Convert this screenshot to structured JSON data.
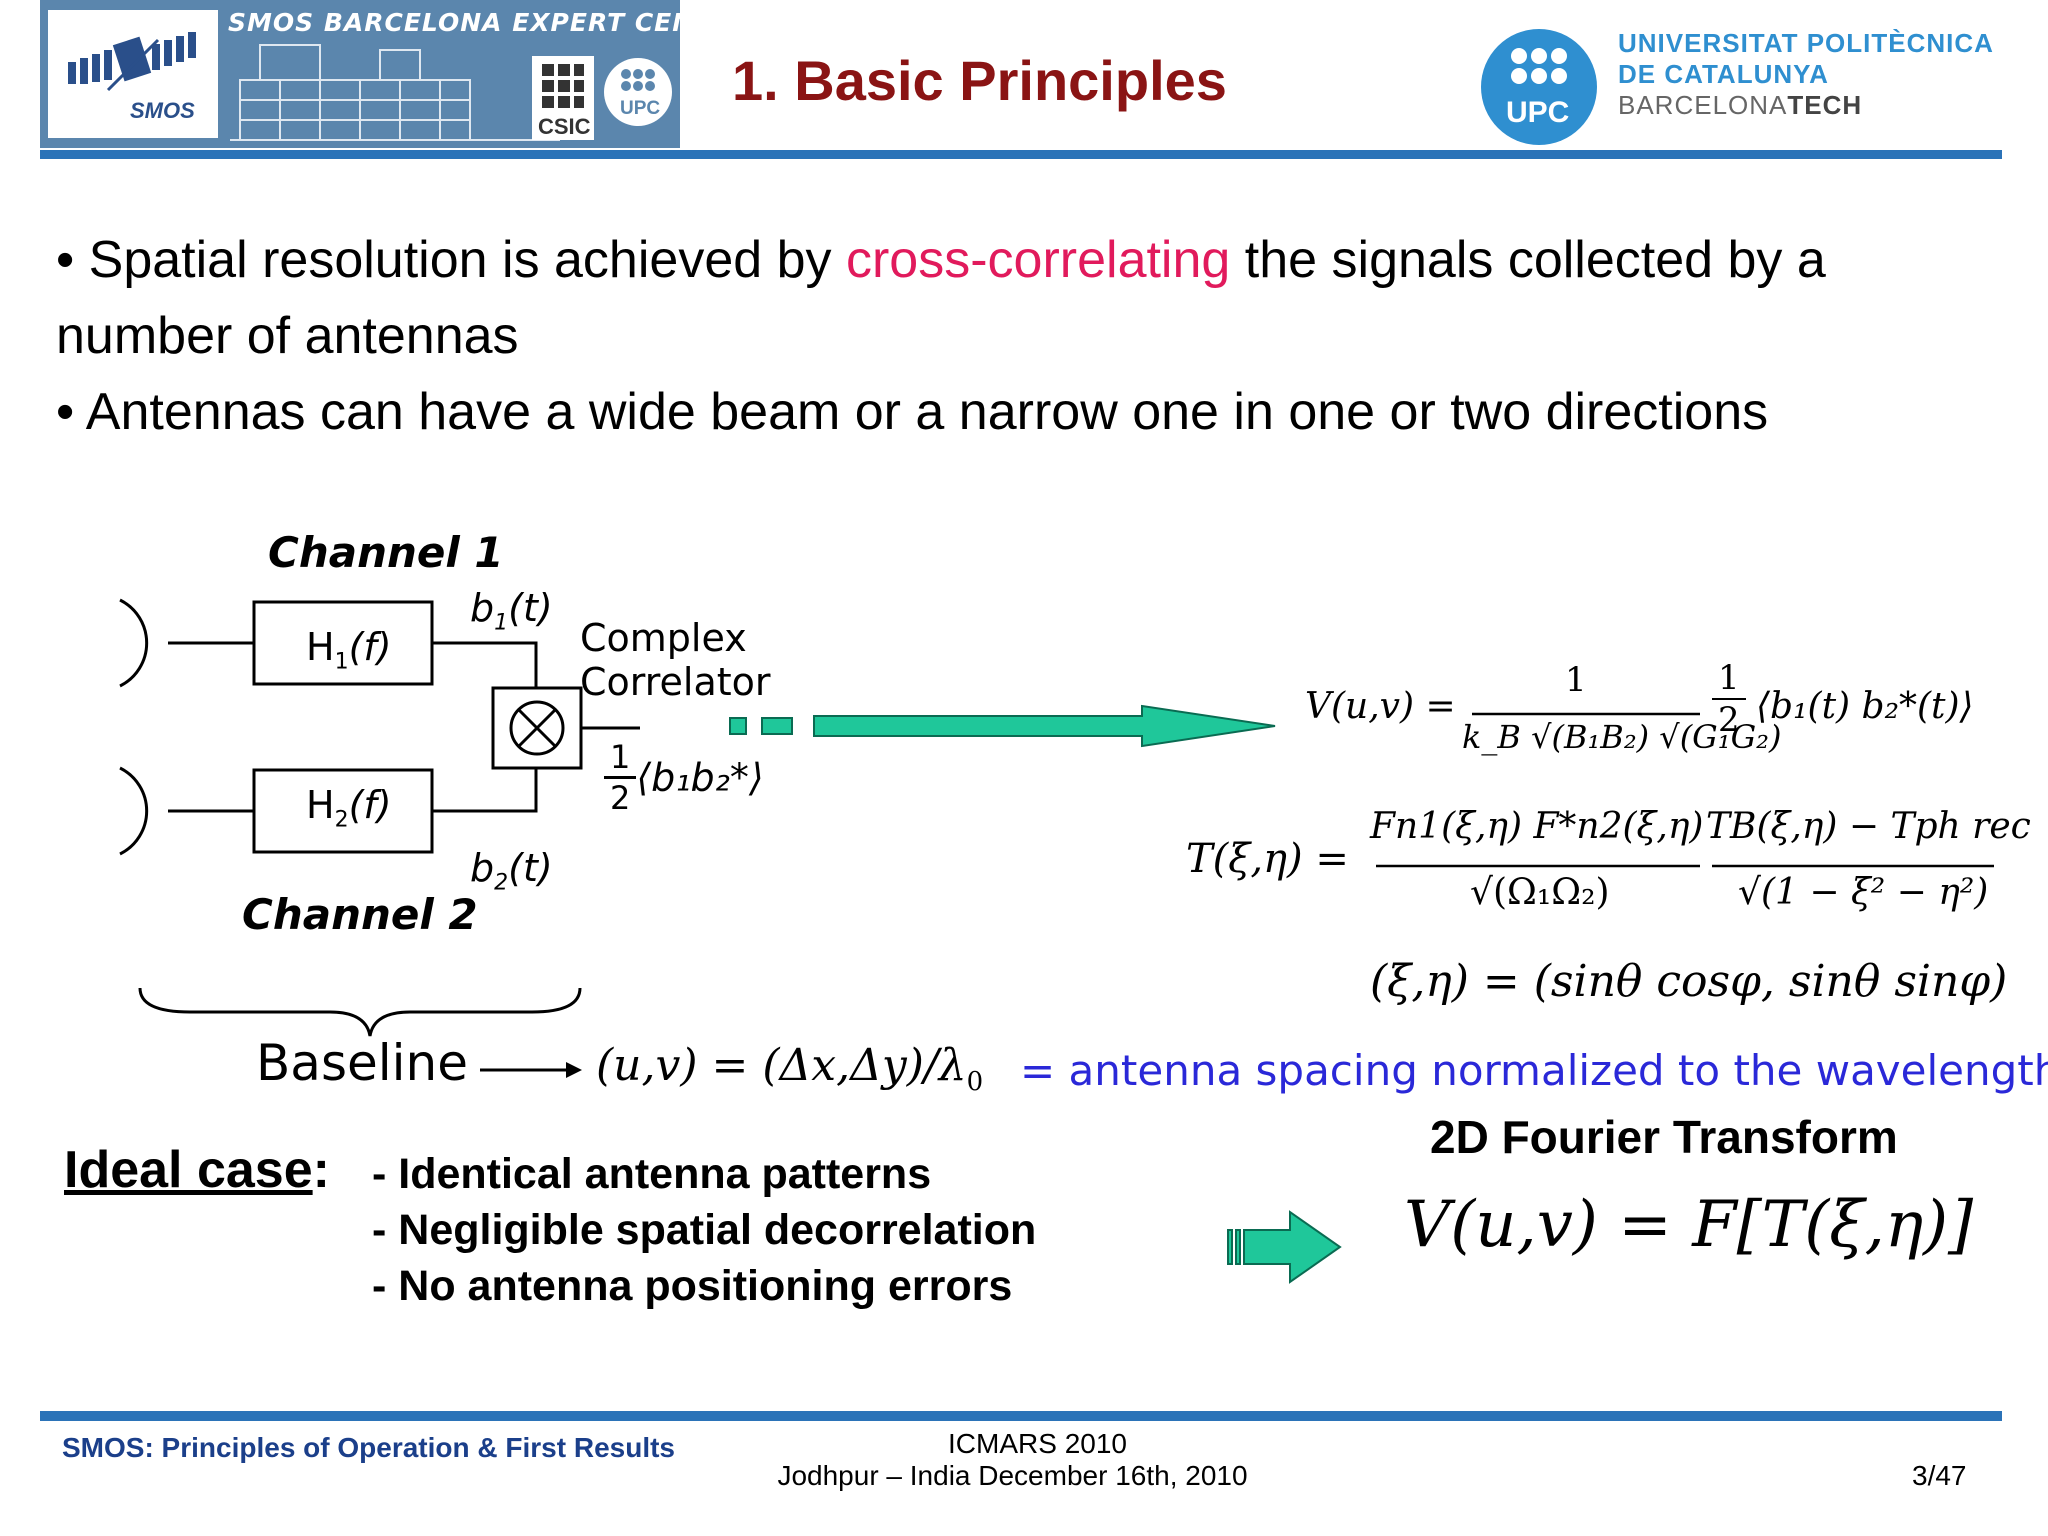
{
  "header": {
    "banner_title": "SMOS BARCELONA EXPERT CENTRE",
    "smos_logo_text": "SMOS",
    "csic_logo_text": "CSIC",
    "upc_small_logo_text": "UPC",
    "slide_title": "1. Basic Principles",
    "upc_logo_text": "UPC",
    "university_line1": "UNIVERSITAT POLITÈCNICA",
    "university_line2": "DE CATALUNYA",
    "university_line3_a": "BARCELONA",
    "university_line3_b": "TECH"
  },
  "bullets": [
    {
      "pre": "Spatial resolution is achieved by ",
      "accent": "cross-correlating",
      "post": " the signals collected by a number of antennas"
    },
    {
      "text": "Antennas can have a wide beam or a narrow one in one or two directions"
    }
  ],
  "diagram": {
    "channel1": "Channel 1",
    "channel2": "Channel 2",
    "h1": "H",
    "h1_sub": "1",
    "h2": "H",
    "h2_sub": "2",
    "f": "(f)",
    "b1": "b",
    "b1_sub": "1",
    "b2": "b",
    "b2_sub": "2",
    "t": "(t)",
    "correlator_line1": "Complex",
    "correlator_line2": "Correlator",
    "half_num": "1",
    "half_den": "2",
    "corr_output": "⟨b₁b₂*⟩",
    "baseline": "Baseline",
    "uv_eq": "(u,v) = (Δx,Δy)/λ",
    "uv_sub": "0",
    "uv_note": "= antenna spacing normalized to the wavelength"
  },
  "equations": {
    "v_lhs": "V(u,v) =",
    "v_num": "1",
    "v_den": "k_B √(B₁B₂) √(G₁G₂)",
    "v_rhs": "⟨b₁(t) b₂*(t)⟩",
    "t_lhs": "T(ξ,η) =",
    "t_num1": "Fn1(ξ,η) F*n2(ξ,η)",
    "t_den1": "√(Ω₁Ω₂)",
    "t_num2": "TB(ξ,η) − Tph rec",
    "t_den2": "√(1 − ξ² − η²)",
    "xi_eta": "(ξ,η) = (sinθ cosφ, sinθ sinφ)",
    "fourier_title": "2D Fourier Transform",
    "fourier_eq": "V(u,v) = F[T(ξ,η)]"
  },
  "ideal": {
    "label": "Ideal case",
    "colon": ":",
    "items": [
      "- Identical antenna patterns",
      "- Negligible spatial decorrelation",
      "- No antenna positioning errors"
    ]
  },
  "footer": {
    "left": "SMOS: Principles of Operation & First Results",
    "conference": "ICMARS 2010",
    "location": "Jodhpur – India December 16th, 2010",
    "page": "3/47"
  },
  "colors": {
    "title": "#8a1414",
    "accent": "#e11a5c",
    "rule": "#2b73b8",
    "arrow": "#1fc79a",
    "note": "#2a28d8",
    "footer_text": "#1b3f8a",
    "upc_blue": "#2f8fd0"
  }
}
